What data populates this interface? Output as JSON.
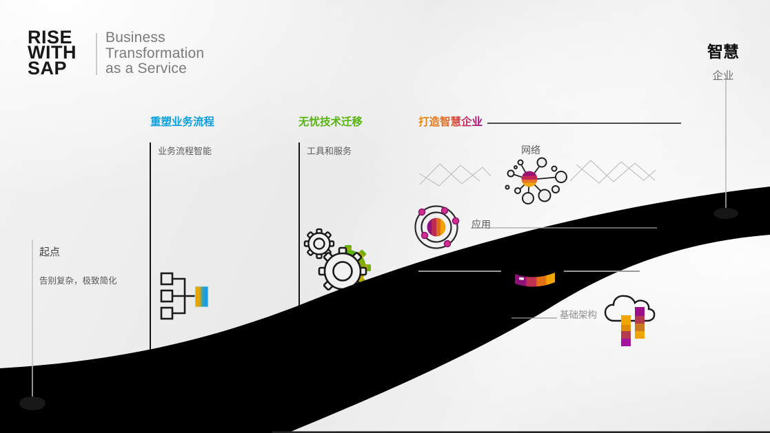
{
  "logo": {
    "brand_lines": [
      "RISE",
      "WITH",
      "SAP"
    ],
    "tagline_lines": [
      "Business",
      "Transformation",
      "as a Service"
    ]
  },
  "goal": {
    "title": "智慧",
    "subtitle": "企业"
  },
  "start": {
    "title": "起点",
    "subtitle": "告别复杂，极致简化"
  },
  "columns": [
    {
      "title": "重塑业务流程",
      "subtitle": "业务流程智能",
      "accent": "#0a9fe0"
    },
    {
      "title": "无忧技术迁移",
      "subtitle": "工具和服务",
      "accent": "#56b40e"
    },
    {
      "title": "打造智慧企业",
      "accent_start": "#ea8a12",
      "accent_end": "#9c0f80"
    }
  ],
  "layers": [
    {
      "label": "网络"
    },
    {
      "label": "应用"
    },
    {
      "label": "基础架构"
    }
  ],
  "icons": [
    "org-chart-icon",
    "gears-icon",
    "network-molecule-icon",
    "atom-icon",
    "database-disk-icon",
    "cloud-infrastructure-icon",
    "zigzag-decoration",
    "start-node-dot",
    "goal-node-dot"
  ],
  "colors": {
    "swoosh": "#000000",
    "brand_blue": "#0a9fe0",
    "brand_green": "#56b40e",
    "amber": "#f0a500",
    "crimson": "#b43a50",
    "purple": "#9b1089",
    "magenta_dot": "#cf2f8f"
  }
}
